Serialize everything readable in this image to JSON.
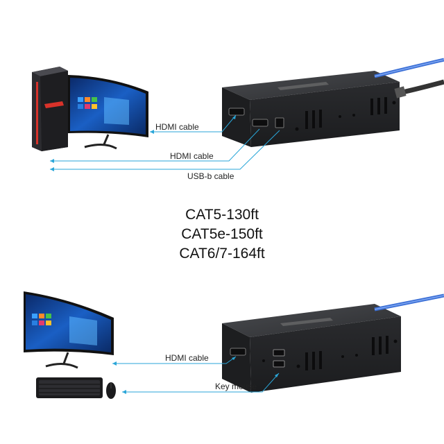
{
  "cables": {
    "top_hdmi_1": "HDMI cable",
    "top_hdmi_2": "HDMI cable",
    "top_usb": "USB-b cable",
    "bottom_hdmi": "HDMI cable",
    "bottom_keymouse": "Key mouse"
  },
  "specs": {
    "line1": "CAT5-130ft",
    "line2": "CAT5e-150ft",
    "line3": "CAT6/7-164ft"
  },
  "colors": {
    "line": "#2aa6d8",
    "device": "#2a2b2e",
    "cable": "#3b6fd6"
  }
}
